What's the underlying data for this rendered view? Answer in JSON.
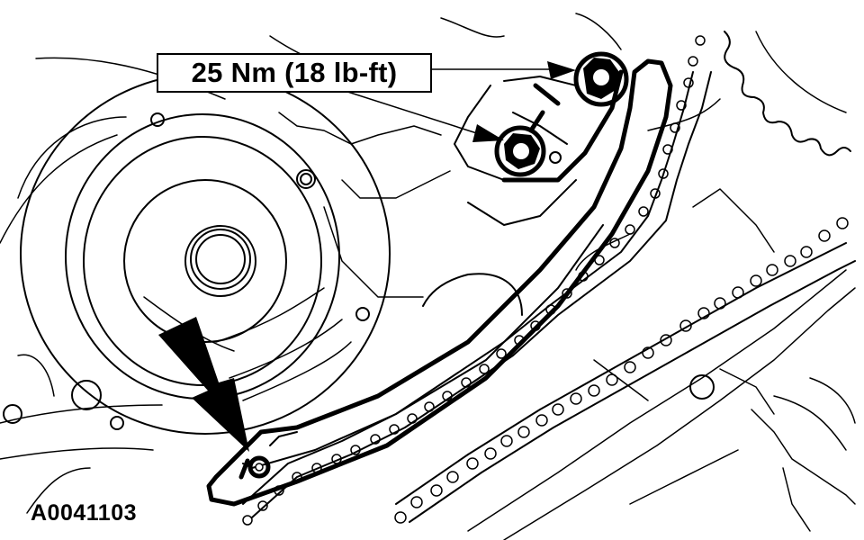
{
  "diagram": {
    "subject": "timing chain guide with tensioner bolts",
    "callout": {
      "label": "25 Nm (18 lb-ft)",
      "targets": [
        "upper-bolt",
        "lower-bolt"
      ]
    },
    "figure_id": "A0041103",
    "indicator": {
      "type": "large-arrow",
      "points_to": "guide-pivot-pin"
    },
    "colors": {
      "ink": "#000000",
      "paper": "#ffffff"
    }
  }
}
